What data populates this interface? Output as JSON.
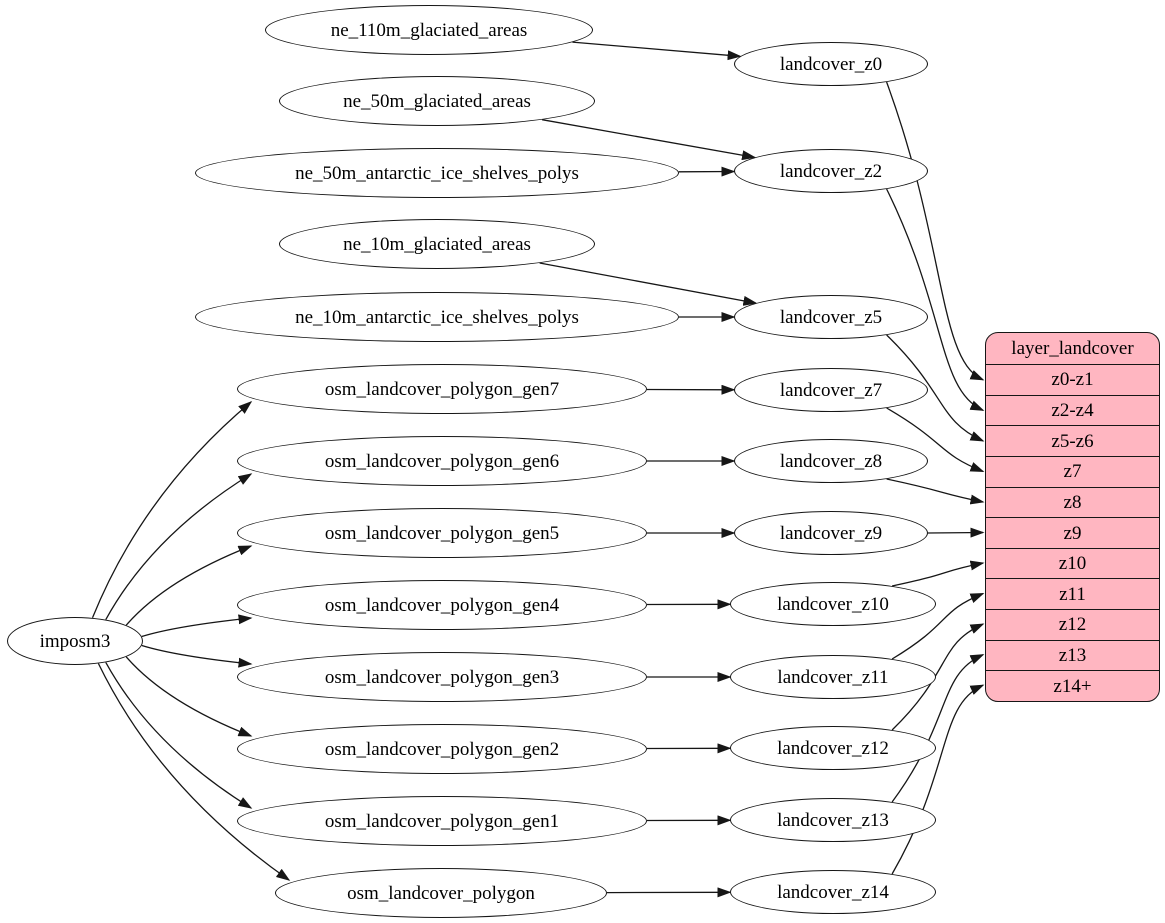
{
  "diagram": {
    "background_color": "#ffffff",
    "node_fill_color": "#ffffff",
    "node_stroke_color": "#161616",
    "edge_color": "#161616",
    "record_fill_color": "#ffb6c1",
    "nodes": [
      {
        "id": "imposm3",
        "label": "imposm3"
      },
      {
        "id": "ne_110m_glaciated_areas",
        "label": "ne_110m_glaciated_areas"
      },
      {
        "id": "ne_50m_glaciated_areas",
        "label": "ne_50m_glaciated_areas"
      },
      {
        "id": "ne_50m_antarctic_ice_shelves_polys",
        "label": "ne_50m_antarctic_ice_shelves_polys"
      },
      {
        "id": "ne_10m_glaciated_areas",
        "label": "ne_10m_glaciated_areas"
      },
      {
        "id": "ne_10m_antarctic_ice_shelves_polys",
        "label": "ne_10m_antarctic_ice_shelves_polys"
      },
      {
        "id": "osm_landcover_polygon_gen7",
        "label": "osm_landcover_polygon_gen7"
      },
      {
        "id": "osm_landcover_polygon_gen6",
        "label": "osm_landcover_polygon_gen6"
      },
      {
        "id": "osm_landcover_polygon_gen5",
        "label": "osm_landcover_polygon_gen5"
      },
      {
        "id": "osm_landcover_polygon_gen4",
        "label": "osm_landcover_polygon_gen4"
      },
      {
        "id": "osm_landcover_polygon_gen3",
        "label": "osm_landcover_polygon_gen3"
      },
      {
        "id": "osm_landcover_polygon_gen2",
        "label": "osm_landcover_polygon_gen2"
      },
      {
        "id": "osm_landcover_polygon_gen1",
        "label": "osm_landcover_polygon_gen1"
      },
      {
        "id": "osm_landcover_polygon",
        "label": "osm_landcover_polygon"
      },
      {
        "id": "landcover_z0",
        "label": "landcover_z0"
      },
      {
        "id": "landcover_z2",
        "label": "landcover_z2"
      },
      {
        "id": "landcover_z5",
        "label": "landcover_z5"
      },
      {
        "id": "landcover_z7",
        "label": "landcover_z7"
      },
      {
        "id": "landcover_z8",
        "label": "landcover_z8"
      },
      {
        "id": "landcover_z9",
        "label": "landcover_z9"
      },
      {
        "id": "landcover_z10",
        "label": "landcover_z10"
      },
      {
        "id": "landcover_z11",
        "label": "landcover_z11"
      },
      {
        "id": "landcover_z12",
        "label": "landcover_z12"
      },
      {
        "id": "landcover_z13",
        "label": "landcover_z13"
      },
      {
        "id": "landcover_z14",
        "label": "landcover_z14"
      }
    ],
    "record": {
      "id": "layer_landcover",
      "title": "layer_landcover",
      "rows": [
        "z0-z1",
        "z2-z4",
        "z5-z6",
        "z7",
        "z8",
        "z9",
        "z10",
        "z11",
        "z12",
        "z13",
        "z14+"
      ]
    },
    "edges": [
      {
        "from": "ne_110m_glaciated_areas",
        "to": "landcover_z0"
      },
      {
        "from": "ne_50m_glaciated_areas",
        "to": "landcover_z2"
      },
      {
        "from": "ne_50m_antarctic_ice_shelves_polys",
        "to": "landcover_z2"
      },
      {
        "from": "ne_10m_glaciated_areas",
        "to": "landcover_z5"
      },
      {
        "from": "ne_10m_antarctic_ice_shelves_polys",
        "to": "landcover_z5"
      },
      {
        "from": "imposm3",
        "to": "osm_landcover_polygon_gen7"
      },
      {
        "from": "imposm3",
        "to": "osm_landcover_polygon_gen6"
      },
      {
        "from": "imposm3",
        "to": "osm_landcover_polygon_gen5"
      },
      {
        "from": "imposm3",
        "to": "osm_landcover_polygon_gen4"
      },
      {
        "from": "imposm3",
        "to": "osm_landcover_polygon_gen3"
      },
      {
        "from": "imposm3",
        "to": "osm_landcover_polygon_gen2"
      },
      {
        "from": "imposm3",
        "to": "osm_landcover_polygon_gen1"
      },
      {
        "from": "imposm3",
        "to": "osm_landcover_polygon"
      },
      {
        "from": "osm_landcover_polygon_gen7",
        "to": "landcover_z7"
      },
      {
        "from": "osm_landcover_polygon_gen6",
        "to": "landcover_z8"
      },
      {
        "from": "osm_landcover_polygon_gen5",
        "to": "landcover_z9"
      },
      {
        "from": "osm_landcover_polygon_gen4",
        "to": "landcover_z10"
      },
      {
        "from": "osm_landcover_polygon_gen3",
        "to": "landcover_z11"
      },
      {
        "from": "osm_landcover_polygon_gen2",
        "to": "landcover_z12"
      },
      {
        "from": "osm_landcover_polygon_gen1",
        "to": "landcover_z13"
      },
      {
        "from": "osm_landcover_polygon",
        "to": "landcover_z14"
      },
      {
        "from": "landcover_z0",
        "to": "layer_landcover",
        "port": "z0-z1"
      },
      {
        "from": "landcover_z2",
        "to": "layer_landcover",
        "port": "z2-z4"
      },
      {
        "from": "landcover_z5",
        "to": "layer_landcover",
        "port": "z5-z6"
      },
      {
        "from": "landcover_z7",
        "to": "layer_landcover",
        "port": "z7"
      },
      {
        "from": "landcover_z8",
        "to": "layer_landcover",
        "port": "z8"
      },
      {
        "from": "landcover_z9",
        "to": "layer_landcover",
        "port": "z9"
      },
      {
        "from": "landcover_z10",
        "to": "layer_landcover",
        "port": "z10"
      },
      {
        "from": "landcover_z11",
        "to": "layer_landcover",
        "port": "z11"
      },
      {
        "from": "landcover_z12",
        "to": "layer_landcover",
        "port": "z12"
      },
      {
        "from": "landcover_z13",
        "to": "layer_landcover",
        "port": "z13"
      },
      {
        "from": "landcover_z14",
        "to": "layer_landcover",
        "port": "z14+"
      }
    ]
  }
}
